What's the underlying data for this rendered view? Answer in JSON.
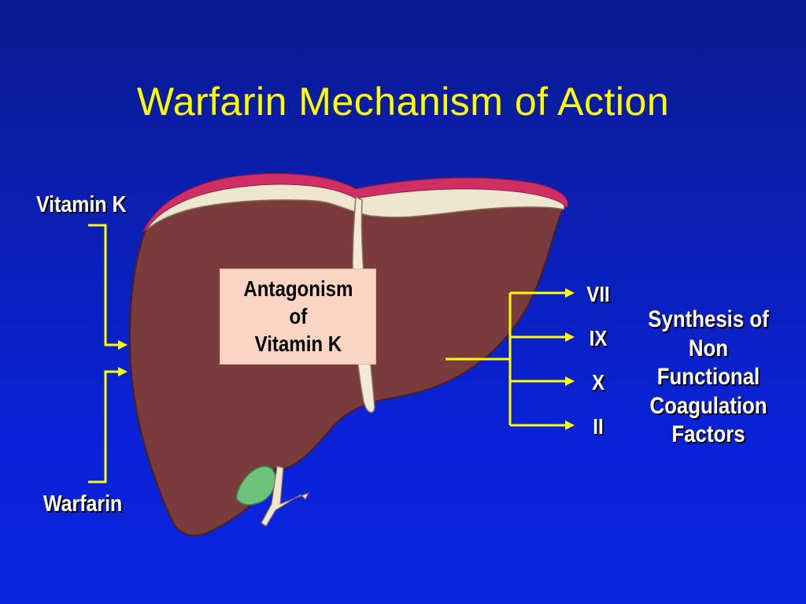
{
  "title": "Warfarin Mechanism of Action",
  "inputs": {
    "vitamin_k": "Vitamin K",
    "warfarin": "Warfarin"
  },
  "liver_box": {
    "line1": "Antagonism",
    "line2": "of",
    "line3": "Vitamin K"
  },
  "factors": [
    "VII",
    "IX",
    "X",
    "II"
  ],
  "result": {
    "line1": "Synthesis of",
    "line2": "Non",
    "line3": "Functional",
    "line4": "Coagulation",
    "line5": "Factors"
  },
  "colors": {
    "background": "#0a22d6",
    "title": "#ffff00",
    "arrows": "#ffff00",
    "liver": "#7a3b3d",
    "gallbladder": "#6fc27a",
    "box": "#fbd5c4"
  }
}
